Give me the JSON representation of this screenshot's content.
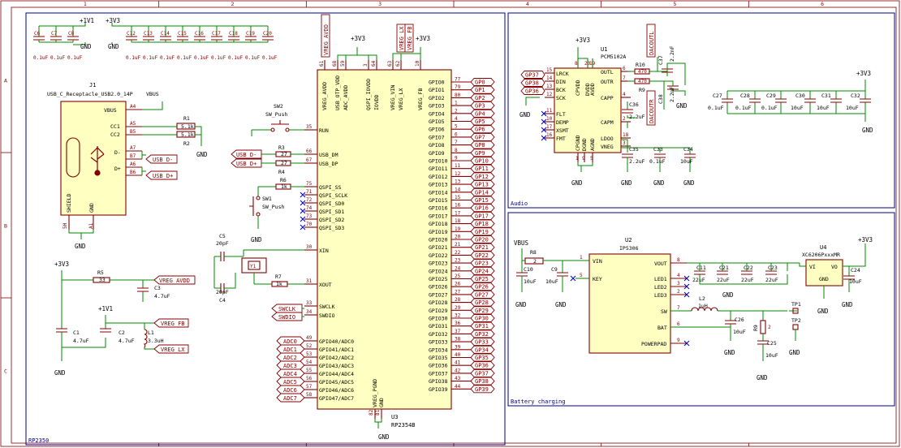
{
  "frame": {
    "cols": [
      "1",
      "2",
      "3",
      "4",
      "5",
      "6"
    ],
    "rows": [
      "A",
      "B",
      "C"
    ]
  },
  "sections": {
    "mcu": "RP2350",
    "audio": "Audio",
    "battery": "Battery charging"
  },
  "power_nets": {
    "v11": "+1V1",
    "v33": "+3V3",
    "vbus": "VBUS",
    "gnd": "GND"
  },
  "decoupling_caps": [
    {
      "ref": "C6",
      "val": "0.1uF"
    },
    {
      "ref": "C7",
      "val": "0.1uF"
    },
    {
      "ref": "C8",
      "val": "0.1uF"
    },
    {
      "ref": "C12",
      "val": "0.1uF"
    },
    {
      "ref": "C13",
      "val": "0.1uF"
    },
    {
      "ref": "C14",
      "val": "0.1uF"
    },
    {
      "ref": "C15",
      "val": "0.1uF"
    },
    {
      "ref": "C16",
      "val": "0.1uF"
    },
    {
      "ref": "C17",
      "val": "0.1uF"
    },
    {
      "ref": "C18",
      "val": "0.1uF"
    },
    {
      "ref": "C19",
      "val": "0.1uF"
    },
    {
      "ref": "C20",
      "val": "0.1uF"
    }
  ],
  "usb": {
    "ref": "J1",
    "name": "USB_C_Receptacle_USB2.0_14P",
    "vbus": "VBUS",
    "pins_left": [
      "5H",
      "A1"
    ],
    "pin_vbus": "A4",
    "pins_cc": [
      "A5",
      "B5"
    ],
    "pins_dm": [
      "A7",
      "B7"
    ],
    "pins_dp": [
      "A6",
      "B6"
    ],
    "labels": {
      "vbus": "VBUS",
      "cc1": "CC1",
      "cc2": "CC2",
      "dm": "D-",
      "dp": "D+",
      "shield": "SHIELD",
      "gnd": "GND"
    },
    "r1": {
      "ref": "R1",
      "val": "5.1k"
    },
    "r2": {
      "ref": "R2",
      "val": "5.1k"
    },
    "usb_dm": "USB D-",
    "usb_dp": "USB D+"
  },
  "switches": {
    "sw2": {
      "ref": "SW2",
      "name": "SW_Push"
    },
    "sw1": {
      "ref": "SW1",
      "name": "SW_Push"
    }
  },
  "resistors_mcu": {
    "r3": {
      "ref": "R3",
      "val": "27"
    },
    "r4": {
      "ref": "R4",
      "val": "27"
    },
    "r6": {
      "ref": "R6",
      "val": "1k"
    },
    "r7": {
      "ref": "R7",
      "val": "1k"
    },
    "r5": {
      "ref": "R5",
      "val": "33"
    }
  },
  "crystal": {
    "ref": "Y1",
    "c5": {
      "ref": "C5",
      "val": "20pF"
    },
    "c4": {
      "ref": "C4",
      "val": "20pF"
    }
  },
  "avdd": {
    "label": "VREG_AVDD",
    "c3": {
      "ref": "C3",
      "val": "4.7uF"
    }
  },
  "vreg": {
    "c1": {
      "ref": "C1",
      "val": "4.7uF"
    },
    "c2": {
      "ref": "C2",
      "val": "4.7uF"
    },
    "l1": {
      "ref": "L1",
      "val": "3.3uH"
    },
    "fb": "VREG_FB",
    "lx": "VREG_LX"
  },
  "swd": [
    "SWCLK",
    "SWDIO"
  ],
  "mcu": {
    "ref": "U3",
    "name": "RP2354B",
    "top_pins": [
      {
        "num": "61",
        "name": "VREG_AVDD"
      },
      {
        "num": "68",
        "name": "USB_OTP_VDD"
      },
      {
        "num": "59",
        "name": "ADC_AVDD"
      },
      {
        "num": "3",
        "name": "QSPI_IOVDD"
      },
      {
        "num": "64",
        "name": "IOVDD"
      },
      {
        "num": "63",
        "name": "VREG_VIN"
      },
      {
        "num": "62",
        "name": "VREG_LX"
      },
      {
        "num": "10",
        "name": "VREG_FB"
      }
    ],
    "top_labels": [
      "VREG_AVDD",
      "VREG_LX",
      "VREG_FB"
    ],
    "left_pins": [
      {
        "num": "35",
        "name": "RUN"
      },
      {
        "num": "66",
        "name": "USB_DM"
      },
      {
        "num": "67",
        "name": "USB_DP"
      },
      {
        "num": "75",
        "name": "QSPI_SS"
      },
      {
        "num": "71",
        "name": "QSPI_SCLK"
      },
      {
        "num": "72",
        "name": "QSPI_SD0"
      },
      {
        "num": "74",
        "name": "QSPI_SD1"
      },
      {
        "num": "73",
        "name": "QSPI_SD2"
      },
      {
        "num": "70",
        "name": "QSPI_SD3"
      },
      {
        "num": "30",
        "name": "XIN"
      },
      {
        "num": "31",
        "name": "XOUT"
      },
      {
        "num": "33",
        "name": "SWCLK"
      },
      {
        "num": "34",
        "name": "SWDIO"
      }
    ],
    "adc_pins": [
      {
        "num": "49",
        "name": "GPIO40/ADC0",
        "net": "ADC0"
      },
      {
        "num": "52",
        "name": "GPIO41/ADC1",
        "net": "ADC1"
      },
      {
        "num": "53",
        "name": "GPIO42/ADC2",
        "net": "ADC2"
      },
      {
        "num": "54",
        "name": "GPIO43/ADC3",
        "net": "ADC3"
      },
      {
        "num": "55",
        "name": "GPIO44/ADC4",
        "net": "ADC4"
      },
      {
        "num": "56",
        "name": "GPIO45/ADC5",
        "net": "ADC5"
      },
      {
        "num": "57",
        "name": "GPIO46/ADC6",
        "net": "ADC6"
      },
      {
        "num": "58",
        "name": "GPIO47/ADC7",
        "net": "ADC7"
      }
    ],
    "gpio_nums": [
      "77",
      "79",
      "80",
      "1",
      "2",
      "4",
      "5",
      "6",
      "7",
      "8",
      "9",
      "11",
      "12",
      "13",
      "14",
      "15",
      "16",
      "17",
      "18",
      "19",
      "20",
      "21",
      "22",
      "23",
      "24",
      "25",
      "26",
      "27",
      "28",
      "29",
      "32",
      "36",
      "37",
      "38",
      "39",
      "40",
      "41",
      "42",
      "43",
      "44"
    ],
    "bottom_pins": [
      {
        "num": "82",
        "name": "VREG_PGND"
      },
      {
        "num": "81",
        "name": "GND"
      }
    ]
  },
  "audio": {
    "ref": "U1",
    "name": "PCM5102A",
    "left_nets": [
      "GP37",
      "GP38",
      "GP36"
    ],
    "left_pins": [
      {
        "num": "15",
        "name": "LRCK"
      },
      {
        "num": "14",
        "name": "DIN"
      },
      {
        "num": "13",
        "name": "BCK"
      },
      {
        "num": "12",
        "name": "SCK"
      },
      {
        "num": "11",
        "name": "FLT"
      },
      {
        "num": "10",
        "name": "DEMP"
      },
      {
        "num": "17",
        "name": "XSMT"
      },
      {
        "num": "16",
        "name": "FMT"
      }
    ],
    "top_pins": [
      {
        "num": "8",
        "name": "CPVDD"
      },
      {
        "num": "20",
        "name": "DVDD"
      },
      {
        "num": "19",
        "name": "AVDD"
      }
    ],
    "right_pins": [
      {
        "num": "6",
        "name": "OUTL"
      },
      {
        "num": "7",
        "name": "OUTR"
      },
      {
        "num": "4",
        "name": "CAPP"
      },
      {
        "num": "2",
        "name": "CAPM"
      },
      {
        "num": "18",
        "name": "LDOO"
      },
      {
        "num": "3",
        "name": "VNEG"
      }
    ],
    "bottom_pins": [
      {
        "num": "1",
        "name": "CPGND"
      },
      {
        "num": "9",
        "name": "DGND"
      },
      {
        "num": "5",
        "name": "AGND"
      }
    ],
    "r10": {
      "ref": "R10",
      "val": "470"
    },
    "r9": {
      "ref": "R9",
      "val": "470"
    },
    "c37": {
      "ref": "C37",
      "val": "2.2nF"
    },
    "c38": {
      "ref": "C38",
      "val": "2.2nF"
    },
    "dacoutl": "DACOUTL",
    "dacoutr": "DACOUTR",
    "c36": {
      "ref": "C36",
      "val": "2.2uF"
    },
    "c35": {
      "ref": "C35",
      "val": "2.2uF"
    },
    "c33": {
      "ref": "C33",
      "val": "0.1uF"
    },
    "c34": {
      "ref": "C34",
      "val": "10uF"
    },
    "bank": [
      {
        "ref": "C27",
        "val": "0.1uF"
      },
      {
        "ref": "C28",
        "val": "0.1uF"
      },
      {
        "ref": "C29",
        "val": "0.1uF"
      },
      {
        "ref": "C30",
        "val": "10uF"
      },
      {
        "ref": "C31",
        "val": "10uF"
      },
      {
        "ref": "C32",
        "val": "10uF"
      }
    ]
  },
  "battery": {
    "charger": {
      "ref": "U2",
      "name": "IP5306",
      "left_pins": [
        {
          "num": "1",
          "name": "VIN"
        },
        {
          "num": "5",
          "name": "KEY"
        }
      ],
      "right_pins": [
        {
          "num": "8",
          "name": "VOUT"
        },
        {
          "num": "4",
          "name": "LED1"
        },
        {
          "num": "3",
          "name": "LED2"
        },
        {
          "num": "2",
          "name": "LED3"
        },
        {
          "num": "7",
          "name": "SW"
        },
        {
          "num": "6",
          "name": "BAT"
        },
        {
          "num": "9",
          "name": "POWERPAD"
        }
      ]
    },
    "r8": {
      "ref": "R8",
      "val": "2"
    },
    "c10": {
      "ref": "C10",
      "val": "10uF"
    },
    "c9": {
      "ref": "C9",
      "val": "10uF"
    },
    "c11": {
      "ref": "C11",
      "val": "22uF"
    },
    "c21": {
      "ref": "C21",
      "val": "22uF"
    },
    "c22": {
      "ref": "C22",
      "val": "22uF"
    },
    "c23": {
      "ref": "C23",
      "val": "22uF"
    },
    "l2": {
      "ref": "L2",
      "val": "1uH"
    },
    "c26": {
      "ref": "C26",
      "val": "10uF"
    },
    "r9b": {
      "ref": "R9",
      "val": "2"
    },
    "c25": {
      "ref": "C25",
      "val": "10uF"
    },
    "tp1": "TP1",
    "tp2": "TP2",
    "ldo": {
      "ref": "U4",
      "name": "XC6206PxxxMR",
      "vi": "VI",
      "vo": "VO",
      "gnd": "GND"
    },
    "c24": {
      "ref": "C24",
      "val": "10uF"
    }
  }
}
